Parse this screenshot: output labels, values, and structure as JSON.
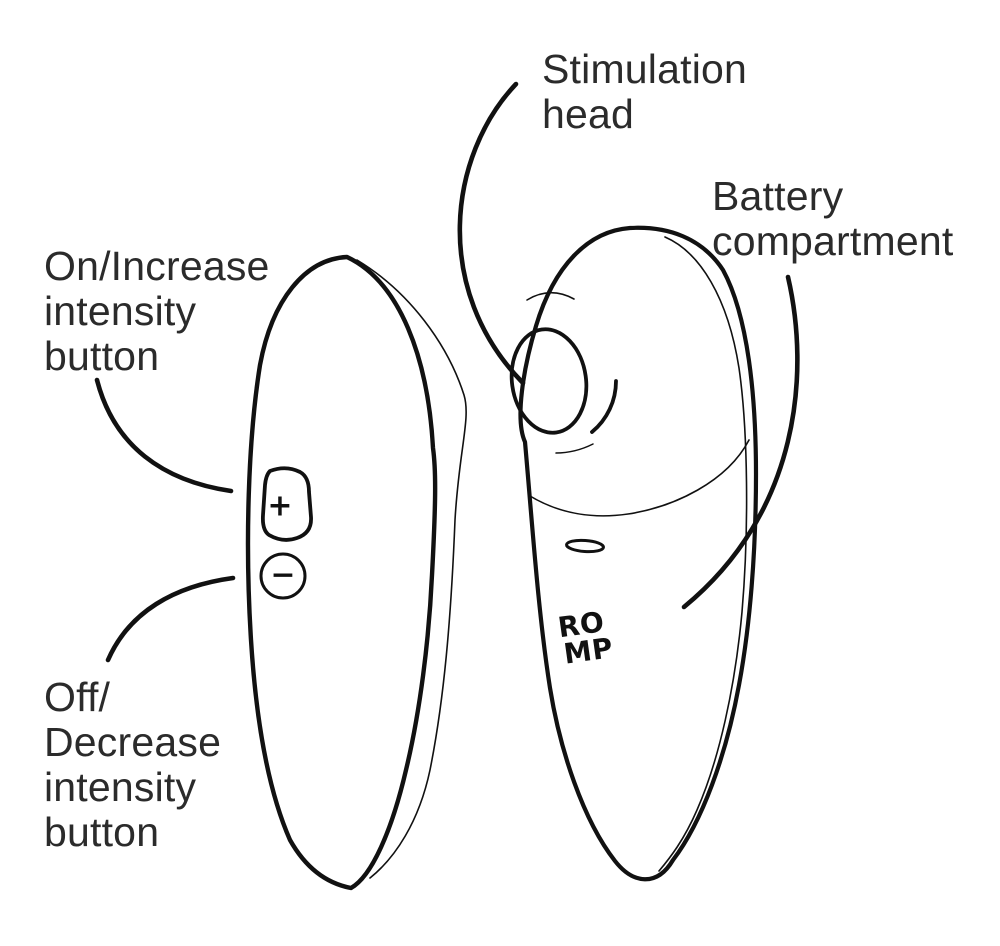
{
  "labels": {
    "stimulation_head": {
      "lines": [
        "Stimulation",
        "head"
      ]
    },
    "battery_compartment": {
      "lines": [
        "Battery",
        "compartment"
      ]
    },
    "on_increase": {
      "lines": [
        "On/Increase",
        "intensity",
        "button"
      ]
    },
    "off_decrease": {
      "lines": [
        "Off/",
        "Decrease",
        "intensity",
        "button"
      ]
    }
  },
  "device": {
    "brand": {
      "line1": "RO",
      "line2": "MP"
    },
    "buttons": {
      "plus": "+",
      "minus": "−"
    }
  },
  "colors": {
    "background": "#ffffff",
    "line": "#111111",
    "text": "#2b2b2b",
    "brand": "#111111"
  }
}
